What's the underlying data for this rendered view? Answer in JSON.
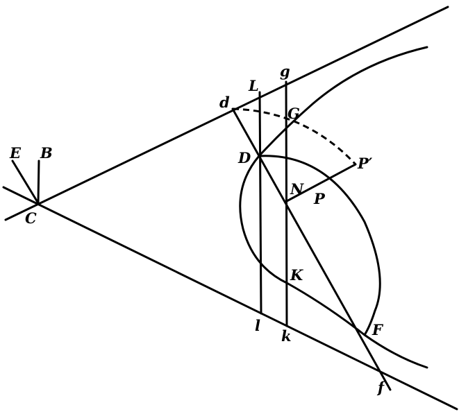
{
  "labels": {
    "E": "E",
    "B": "B",
    "C": "C",
    "d": "d",
    "L": "L",
    "g": "g",
    "G": "G",
    "D": "D",
    "P_prime": "P′",
    "N": "N",
    "P": "P",
    "K": "K",
    "l": "l",
    "k": "k",
    "F": "F",
    "f": "f"
  }
}
